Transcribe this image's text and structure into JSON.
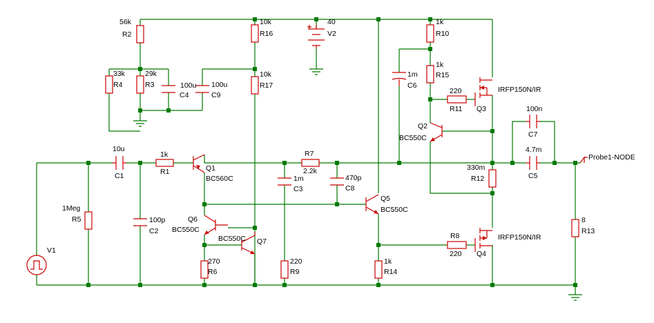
{
  "schematic": {
    "components": [
      {
        "ref": "R2",
        "value": "56k"
      },
      {
        "ref": "R16",
        "value": "10k"
      },
      {
        "ref": "V2",
        "value": "40"
      },
      {
        "ref": "R10",
        "value": "1k"
      },
      {
        "ref": "R4",
        "value": "33k"
      },
      {
        "ref": "R3",
        "value": "29k"
      },
      {
        "ref": "C4",
        "value": "100u"
      },
      {
        "ref": "C9",
        "value": "100u"
      },
      {
        "ref": "R17",
        "value": "10k"
      },
      {
        "ref": "C6",
        "value": "1m"
      },
      {
        "ref": "R15",
        "value": "1k"
      },
      {
        "ref": "R11",
        "value": "220"
      },
      {
        "ref": "Q3",
        "value": "IRFP150N/IR"
      },
      {
        "ref": "Q2",
        "value": "BC550C"
      },
      {
        "ref": "C7",
        "value": "100n"
      },
      {
        "ref": "C1",
        "value": "10u"
      },
      {
        "ref": "R1",
        "value": "1k"
      },
      {
        "ref": "Q1",
        "value": "BC560C"
      },
      {
        "ref": "R7",
        "value": "2.2k"
      },
      {
        "ref": "C3",
        "value": "1m"
      },
      {
        "ref": "C8",
        "value": "470p"
      },
      {
        "ref": "R12",
        "value": "330m"
      },
      {
        "ref": "C5",
        "value": "4.7m"
      },
      {
        "ref": "R5",
        "value": "1Meg"
      },
      {
        "ref": "C2",
        "value": "100p"
      },
      {
        "ref": "Q6",
        "value": "BC550C"
      },
      {
        "ref": "Q7",
        "value": "BC550C"
      },
      {
        "ref": "Q5",
        "value": "BC550C"
      },
      {
        "ref": "R8",
        "value": "220"
      },
      {
        "ref": "Q4",
        "value": "IRFP150N/IR"
      },
      {
        "ref": "R13",
        "value": "8"
      },
      {
        "ref": "R6",
        "value": "270"
      },
      {
        "ref": "R9",
        "value": "220"
      },
      {
        "ref": "R14",
        "value": "1k"
      },
      {
        "ref": "V1",
        "value": ""
      }
    ],
    "probe": "Probe1-NODE",
    "colors": {
      "wire": "#007a00",
      "component": "#cc0000",
      "text": "#000000",
      "background": "#ffffff"
    }
  }
}
